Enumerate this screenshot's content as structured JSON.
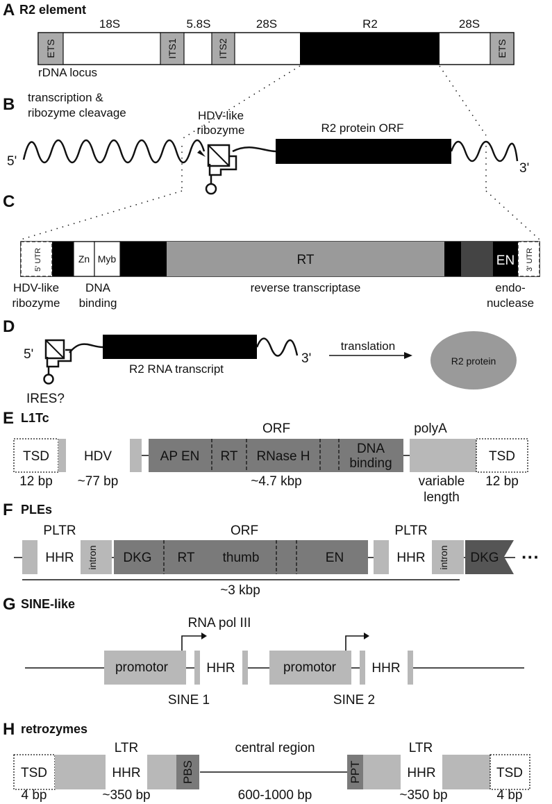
{
  "panelA": {
    "letter": "A",
    "title": "R2 element",
    "segments": [
      "ETS",
      "18S",
      "ITS1",
      "5.8S",
      "ITS2",
      "28S",
      "R2",
      "28S",
      "ETS"
    ],
    "locus": "rDNA locus"
  },
  "panelB": {
    "letter": "B",
    "caption1": "transcription &",
    "caption2": "ribozyme cleavage",
    "ribozyme1": "HDV-like",
    "ribozyme2": "ribozyme",
    "orf": "R2 protein ORF",
    "five": "5'",
    "three": "3'"
  },
  "panelC": {
    "letter": "C",
    "utr5": "5' UTR",
    "zn": "Zn",
    "myb": "Myb",
    "rt": "RT",
    "en": "EN",
    "utr3": "3' UTR",
    "lab_hdv1": "HDV-like",
    "lab_hdv2": "ribozyme",
    "lab_dna1": "DNA",
    "lab_dna2": "binding",
    "lab_rt": "reverse transcriptase",
    "lab_en1": "endo-",
    "lab_en2": "nuclease"
  },
  "panelD": {
    "letter": "D",
    "five": "5'",
    "three": "3'",
    "transcript": "R2 RNA transcript",
    "ires": "IRES?",
    "translation": "translation",
    "protein": "R2 protein"
  },
  "panelE": {
    "letter": "E",
    "title": "L1Tc",
    "tsd": "TSD",
    "hdv": "HDV",
    "apen": "AP EN",
    "rt": "RT",
    "rnaseh": "RNase H",
    "dna1": "DNA",
    "dna2": "binding",
    "orf": "ORF",
    "polya": "polyA",
    "tsd_len": "12 bp",
    "hdv_len": "~77 bp",
    "orf_len": "~4.7 kbp",
    "var1": "variable",
    "var2": "length",
    "tsd_len2": "12 bp"
  },
  "panelF": {
    "letter": "F",
    "title": "PLEs",
    "pltr": "PLTR",
    "hhr": "HHR",
    "intron": "intron",
    "dkg": "DKG",
    "rt": "RT",
    "thumb": "thumb",
    "en": "EN",
    "orf": "ORF",
    "dots": "···",
    "size": "~3 kbp"
  },
  "panelG": {
    "letter": "G",
    "title": "SINE-like",
    "pol": "RNA pol III",
    "promotor": "promotor",
    "hhr": "HHR",
    "sine1": "SINE 1",
    "sine2": "SINE 2"
  },
  "panelH": {
    "letter": "H",
    "title": "retrozymes",
    "tsd": "TSD",
    "ltr": "LTR",
    "hhr": "HHR",
    "pbs": "PBS",
    "ppt": "PPT",
    "central": "central region",
    "tsd_len": "4 bp",
    "ltr_len": "~350 bp",
    "central_len": "600-1000 bp"
  },
  "colors": {
    "black": "#000000",
    "darkgray": "#7a7a7a",
    "midgray": "#9a9a9a",
    "lightgray": "#b8b8b8",
    "en_dark": "#444444"
  }
}
